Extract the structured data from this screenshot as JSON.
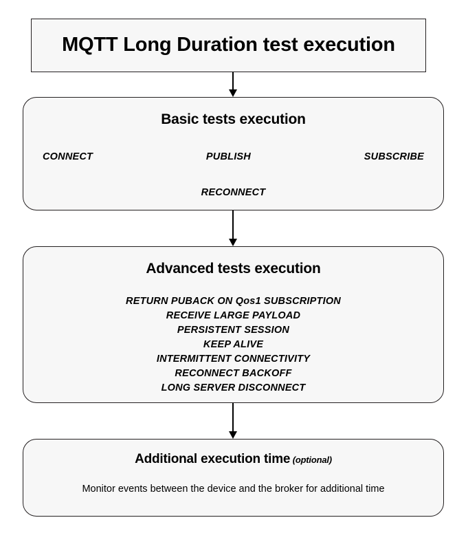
{
  "diagram": {
    "title": "MQTT Long Duration test execution",
    "sections": [
      {
        "heading": "Basic tests execution",
        "row_items": [
          "CONNECT",
          "PUBLISH",
          "SUBSCRIBE"
        ],
        "center_items": [
          "RECONNECT"
        ]
      },
      {
        "heading": "Advanced tests execution",
        "items": [
          "RETURN PUBACK ON Qos1 SUBSCRIPTION",
          "RECEIVE LARGE PAYLOAD",
          "PERSISTENT SESSION",
          "KEEP ALIVE",
          "INTERMITTENT CONNECTIVITY",
          "RECONNECT BACKOFF",
          "LONG SERVER DISCONNECT"
        ]
      },
      {
        "heading": "Additional execution time",
        "heading_suffix": "(optional)",
        "description": "Monitor events between the device and the broker for additional time"
      }
    ]
  },
  "colors": {
    "box_fill": "#f7f7f7",
    "box_border": "#231f20",
    "text": "#000000",
    "page_background": "#ffffff"
  }
}
